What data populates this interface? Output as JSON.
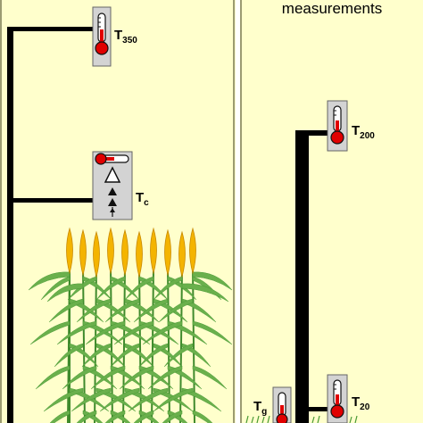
{
  "header": {
    "text": "measurements"
  },
  "sensors": {
    "t350": {
      "main": "T",
      "sub": "350"
    },
    "tc": {
      "main": "T",
      "sub": "c"
    },
    "t200": {
      "main": "T",
      "sub": "200"
    },
    "tg": {
      "main": "T",
      "sub": "g"
    },
    "t20": {
      "main": "T",
      "sub": "20"
    }
  },
  "colors": {
    "background": "#ffffcc",
    "border": "#7a7a55",
    "pole": "#000000",
    "sensor_body": "#d3d3d3",
    "thermometer_red": "#e00000",
    "crop_green": "#6ab04c",
    "crop_dark": "#3f8a2c",
    "ear_yellow": "#f4b400"
  }
}
